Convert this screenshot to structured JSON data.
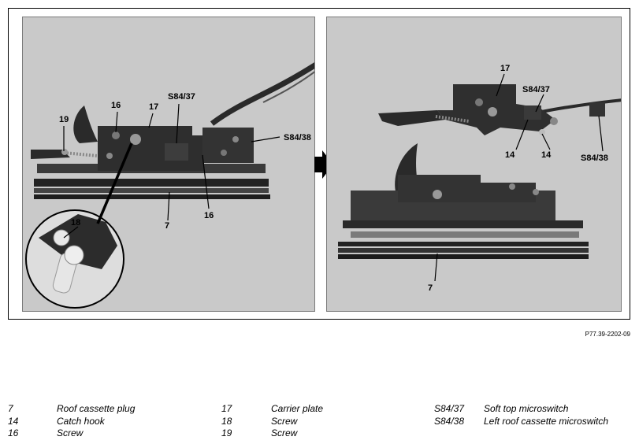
{
  "callouts_left": {
    "c19": "19",
    "c16_top": "16",
    "c17": "17",
    "c_s8437": "S84/37",
    "c_s8438": "S84/38",
    "c16_bottom": "16",
    "c7": "7",
    "c18": "18"
  },
  "callouts_right": {
    "c17": "17",
    "c_s8437": "S84/37",
    "c14_a": "14",
    "c14_b": "14",
    "c_s8438": "S84/38",
    "c7": "7"
  },
  "figure_id": "P77.39-2202-09",
  "legend": {
    "col1": [
      {
        "num": "7",
        "text": "Roof cassette plug"
      },
      {
        "num": "14",
        "text": "Catch hook"
      },
      {
        "num": "16",
        "text": "Screw"
      }
    ],
    "col2": [
      {
        "num": "17",
        "text": "Carrier plate"
      },
      {
        "num": "18",
        "text": "Screw"
      },
      {
        "num": "19",
        "text": "Screw"
      }
    ],
    "col3": [
      {
        "num": "S84/37",
        "text": "Soft top microswitch"
      },
      {
        "num": "S84/38",
        "text": "Left roof cassette microswitch"
      }
    ]
  }
}
